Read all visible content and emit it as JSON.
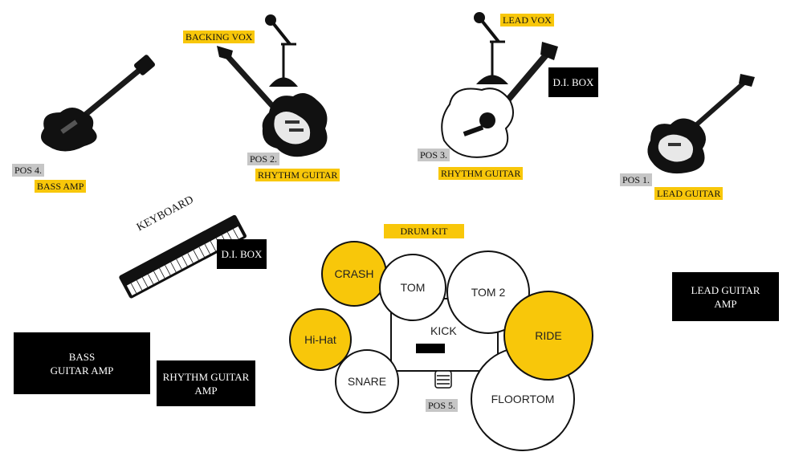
{
  "labels": {
    "backing_vox": "BACKING VOX",
    "lead_vox": "LEAD VOX",
    "di_box_top": "D.I. BOX",
    "pos4": "POS 4.",
    "bass_amp": "BASS AMP",
    "pos2": "POS 2.",
    "rhythm_guitar_2": "RHYTHM GUITAR",
    "pos3": "POS 3.",
    "rhythm_guitar_3": "RHYTHM GUITAR",
    "pos1": "POS 1.",
    "lead_guitar": "LEAD GUITAR",
    "keyboard": "KEYBOARD",
    "di_box_keys": "D.I. BOX",
    "drum_kit": "DRUM KIT",
    "pos5": "POS 5."
  },
  "amps": {
    "bass_guitar_amp": "BASS GUITAR AMP",
    "rhythm_guitar_amp": "RHYTHM GUITAR AMP",
    "lead_guitar_amp": "LEAD GUITAR AMP"
  },
  "drums": {
    "crash": "CRASH",
    "tom": "TOM",
    "tom2": "TOM 2",
    "kick": "KICK",
    "ride": "RIDE",
    "hihat": "Hi-Hat",
    "snare": "SNARE",
    "floortom": "FLOORTOM"
  },
  "colors": {
    "accent": "#f8c70a",
    "label_gray": "#c6c6c6",
    "box": "#000000"
  },
  "icons": [
    "bass-guitar-icon",
    "electric-guitar-icon",
    "acoustic-guitar-icon",
    "microphone-stand-icon",
    "keyboard-icon",
    "drum-throne-icon"
  ]
}
